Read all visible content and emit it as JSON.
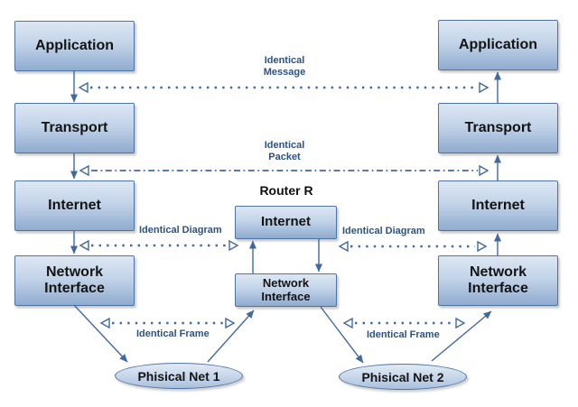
{
  "colors": {
    "line_blue": "#40699f",
    "label_blue": "#2c5283",
    "box_border": "#4e74a4",
    "box_fill_top": "#dde7f3",
    "box_fill_bottom": "#8fabcf"
  },
  "left_stack": {
    "layers": [
      {
        "label": "Application"
      },
      {
        "label": "Transport"
      },
      {
        "label": "Internet"
      },
      {
        "label": "Network Interface"
      }
    ]
  },
  "right_stack": {
    "layers": [
      {
        "label": "Application"
      },
      {
        "label": "Transport"
      },
      {
        "label": "Internet"
      },
      {
        "label": "Network Interface"
      }
    ]
  },
  "router": {
    "title": "Router R",
    "layers": [
      {
        "label": "Internet"
      },
      {
        "label": "Network Interface"
      }
    ]
  },
  "physical_nets": [
    {
      "label": "Phisical Net 1"
    },
    {
      "label": "Phisical Net 2"
    }
  ],
  "links": {
    "message": {
      "label": "Identical Message"
    },
    "packet": {
      "label": "Identical Packet"
    },
    "diagram_left": {
      "label": "Identical Diagram"
    },
    "diagram_right": {
      "label": "Identical Diagram"
    },
    "frame_left": {
      "label": "Identical Frame"
    },
    "frame_right": {
      "label": "Identical Frame"
    }
  }
}
